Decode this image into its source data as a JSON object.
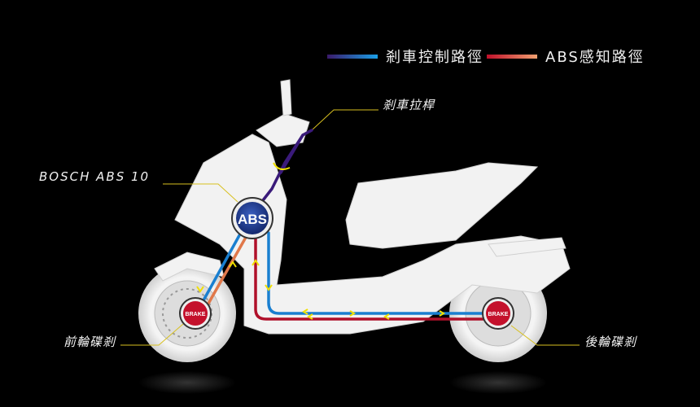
{
  "legend": [
    {
      "label": "剎車控制路徑",
      "colors": [
        "#3a1a6a",
        "#1aa0e8"
      ]
    },
    {
      "label": "ABS感知路徑",
      "colors": [
        "#c0102a",
        "#f0a070"
      ]
    }
  ],
  "labels": {
    "brake_lever": "剎車拉桿",
    "abs_unit": "BOSCH ABS 10",
    "front_brake": "前輪碟剎",
    "rear_brake": "後輪碟剎"
  },
  "badges": {
    "abs": "ABS",
    "front_brake": "BRAKE",
    "rear_brake": "BRAKE"
  },
  "colors": {
    "control_path": "#1a7fd0",
    "control_upper": "#3a1a7a",
    "sense_path": "#e0784a",
    "sense_lower": "#b0102a",
    "callout": "#d8c020",
    "badge_red": "#c4112c",
    "badge_blue": "#1f3e9a"
  }
}
